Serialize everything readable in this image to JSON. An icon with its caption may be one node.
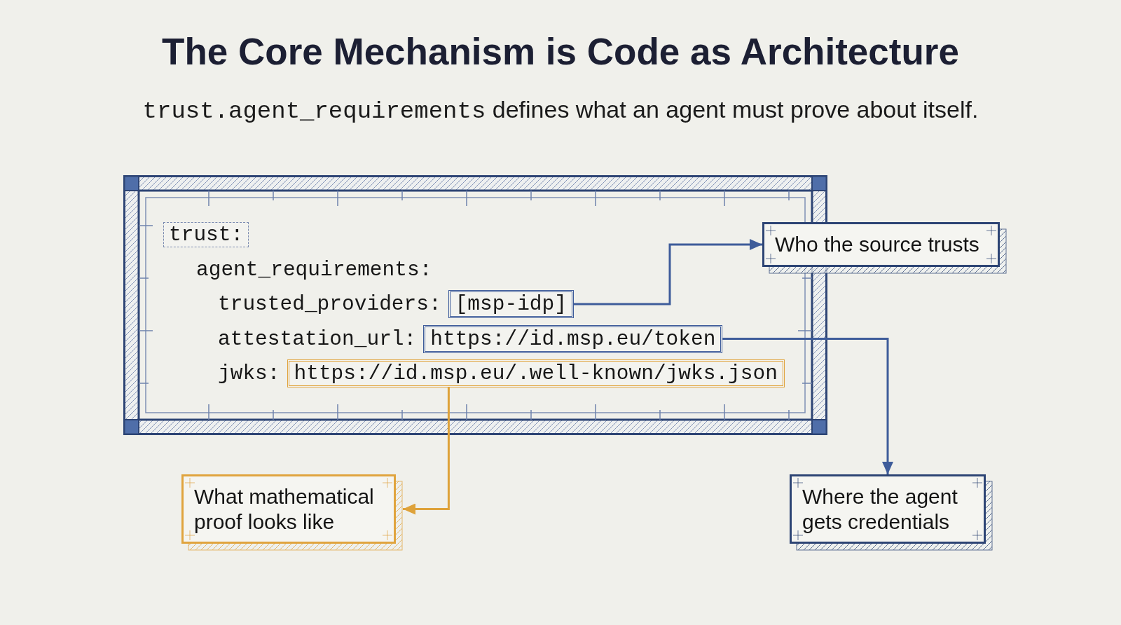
{
  "diagram": {
    "title": "The Core Mechanism is Code as Architecture",
    "nodes": [
      {
        "text": [
          "agent_requirements:",
          "trusted_providers:",
          "attestation_url:",
          "jwks:"
        ]
      },
      {
        "text": [
          "trust:"
        ],
        "in": 0
      },
      {
        "text": [
          "[msp-idp]"
        ],
        "in": 0
      },
      {
        "text": [
          "https://id.msp.eu/token"
        ],
        "in": 0
      },
      {
        "text": [
          "https://id.msp.eu/.well-known/jwks.json"
        ],
        "in": 0
      },
      {
        "text": [
          "Who the source trusts"
        ]
      },
      {
        "text": [
          "What mathematical proof looks like"
        ]
      },
      {
        "text": [
          "Where the agent gets credentials"
        ]
      }
    ],
    "edges": [
      {
        "from": 2,
        "to": 5,
        "arrow": "to"
      },
      {
        "from": 3,
        "to": 7,
        "arrow": "to"
      },
      {
        "from": 4,
        "to": 6,
        "arrow": "to",
        "color": "#dea23a"
      }
    ],
    "labels": [
      "trust.agent_requirements defines what an agent must prove about itself."
    ]
  }
}
